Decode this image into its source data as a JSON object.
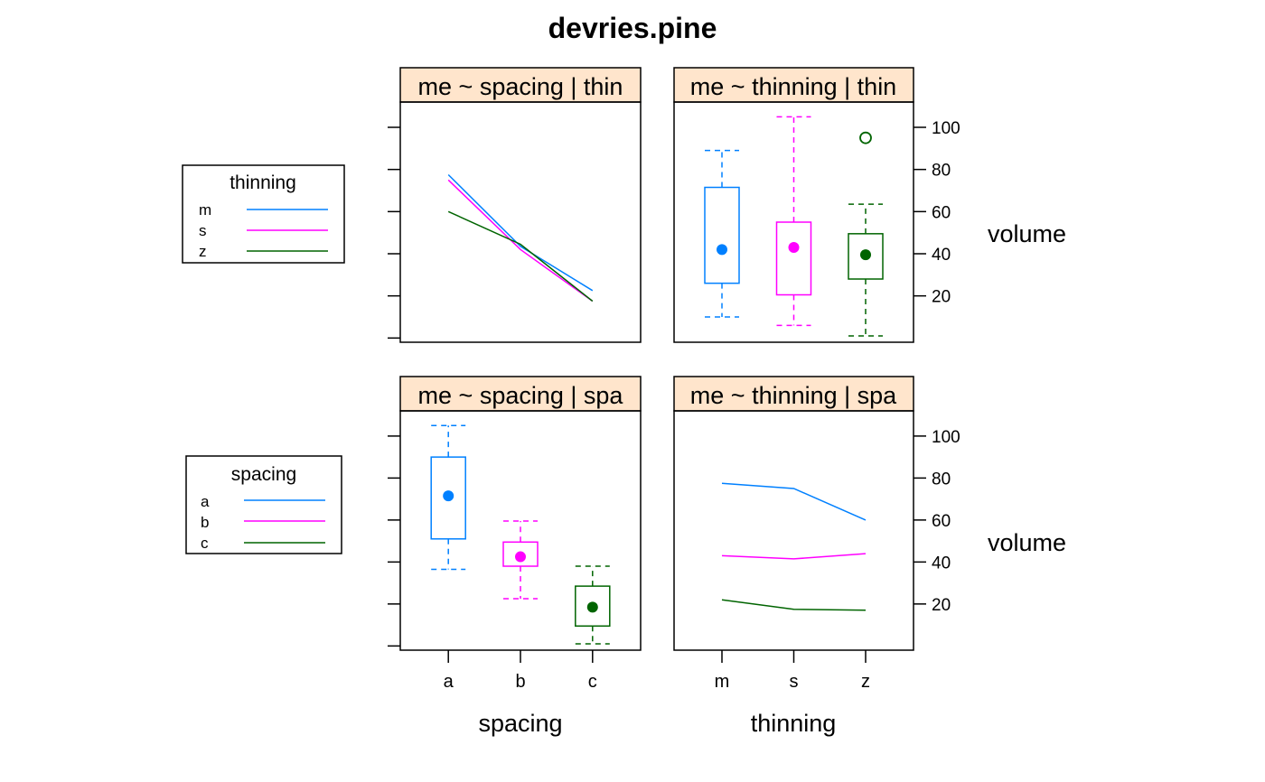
{
  "title": "devries.pine",
  "colors": {
    "a": "#0080ff",
    "b": "#ff00ff",
    "c": "#006400",
    "strip": "#ffe5cc",
    "frame": "#000000"
  },
  "legends": {
    "thinning": {
      "title": "thinning",
      "items": [
        "m",
        "s",
        "z"
      ]
    },
    "spacing": {
      "title": "spacing",
      "items": [
        "a",
        "b",
        "c"
      ]
    }
  },
  "axes": {
    "y_ticks": [
      20,
      40,
      60,
      80,
      100
    ],
    "ylabel": "volume",
    "xlabel_left": "spacing",
    "xlabel_right": "thinning",
    "x_ticks_left": [
      "a",
      "b",
      "c"
    ],
    "x_ticks_right": [
      "m",
      "s",
      "z"
    ]
  },
  "strips": {
    "top_left": "me ~ spacing | thin",
    "top_right": "me ~ thinning | thin",
    "bottom_left": "me ~ spacing | spa",
    "bottom_right": "me ~ thinning | spa"
  },
  "chart_data": [
    {
      "panel": "top_left",
      "type": "line",
      "x": [
        "a",
        "b",
        "c"
      ],
      "ylim": [
        -2,
        112
      ],
      "series": [
        {
          "name": "m",
          "values": [
            77.5,
            43.5,
            22.5
          ]
        },
        {
          "name": "s",
          "values": [
            75,
            42,
            17.5
          ]
        },
        {
          "name": "z",
          "values": [
            60,
            44.5,
            17.5
          ]
        }
      ]
    },
    {
      "panel": "top_right",
      "type": "box",
      "categories": [
        "m",
        "s",
        "z"
      ],
      "ylim": [
        -2,
        112
      ],
      "boxes": [
        {
          "whisker_low": 10,
          "q1": 26,
          "median": 42,
          "q3": 71.5,
          "whisker_high": 89,
          "outliers": []
        },
        {
          "whisker_low": 6,
          "q1": 20.5,
          "median": 43,
          "q3": 55,
          "whisker_high": 105,
          "outliers": []
        },
        {
          "whisker_low": 1,
          "q1": 28,
          "median": 39.5,
          "q3": 49.5,
          "whisker_high": 63.5,
          "outliers": [
            95
          ]
        }
      ]
    },
    {
      "panel": "bottom_left",
      "type": "box",
      "categories": [
        "a",
        "b",
        "c"
      ],
      "ylim": [
        -2,
        112
      ],
      "boxes": [
        {
          "whisker_low": 36.5,
          "q1": 51,
          "median": 71.5,
          "q3": 90,
          "whisker_high": 105,
          "outliers": []
        },
        {
          "whisker_low": 22.5,
          "q1": 38,
          "median": 42.5,
          "q3": 49.5,
          "whisker_high": 59.5,
          "outliers": []
        },
        {
          "whisker_low": 1,
          "q1": 9.5,
          "median": 18.5,
          "q3": 28.5,
          "whisker_high": 38,
          "outliers": []
        }
      ]
    },
    {
      "panel": "bottom_right",
      "type": "line",
      "x": [
        "m",
        "s",
        "z"
      ],
      "ylim": [
        -2,
        112
      ],
      "series": [
        {
          "name": "a",
          "values": [
            77.5,
            75,
            60
          ]
        },
        {
          "name": "b",
          "values": [
            43,
            41.5,
            44
          ]
        },
        {
          "name": "c",
          "values": [
            22,
            17.5,
            17
          ]
        }
      ]
    }
  ]
}
